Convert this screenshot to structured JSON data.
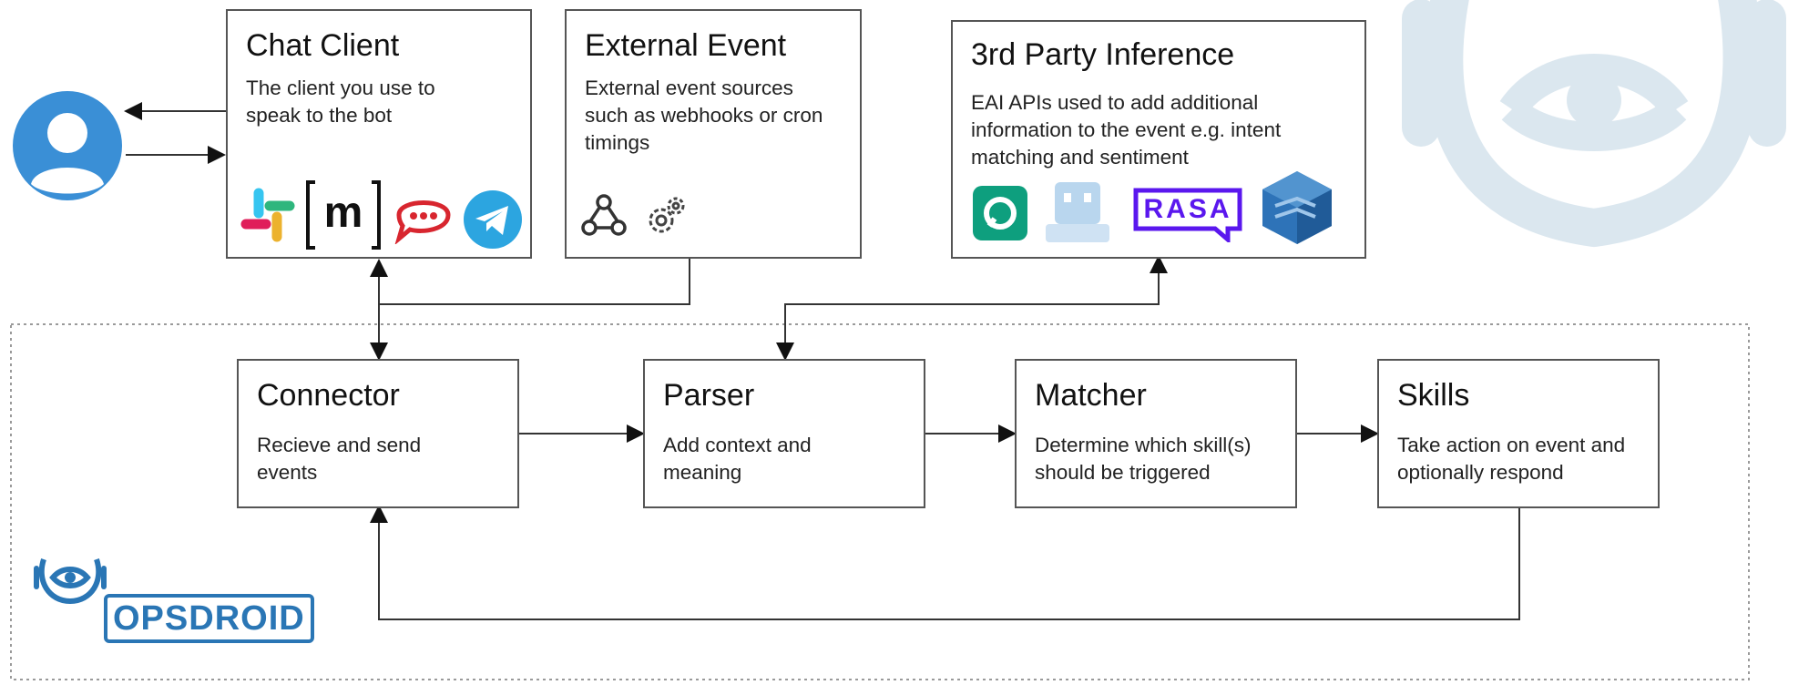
{
  "boxes": {
    "chat_client": {
      "title": "Chat Client",
      "desc": "The client you use to\nspeak to the bot"
    },
    "external_event": {
      "title": "External Event",
      "desc": "External event sources\nsuch as webhooks or cron\ntimings"
    },
    "third_party": {
      "title": "3rd Party Inference",
      "desc": "EAI APIs used to add additional\ninformation to the event e.g. intent\nmatching and sentiment"
    },
    "connector": {
      "title": "Connector",
      "desc": "Recieve and send\nevents"
    },
    "parser": {
      "title": "Parser",
      "desc": "Add context and\nmeaning"
    },
    "matcher": {
      "title": "Matcher",
      "desc": "Determine which skill(s)\nshould be triggered"
    },
    "skills": {
      "title": "Skills",
      "desc": "Take action on event and\noptionally respond"
    }
  },
  "logo": {
    "text": "OPSDROID"
  },
  "icons": {
    "chat_client": [
      "slack-icon",
      "matrix-icon",
      "rocketchat-icon",
      "telegram-icon"
    ],
    "external_event": [
      "webhook-icon",
      "cron-gear-icon"
    ],
    "third_party": [
      "chatbase-icon",
      "watson-icon",
      "rasa-icon",
      "aws-lex-icon"
    ]
  },
  "labels": {
    "matrix": "m",
    "rasa": "RASA"
  },
  "colors": {
    "accent": "#3a8fd6",
    "logo": "#2a76b5",
    "watermark": "#dbe7ef"
  }
}
